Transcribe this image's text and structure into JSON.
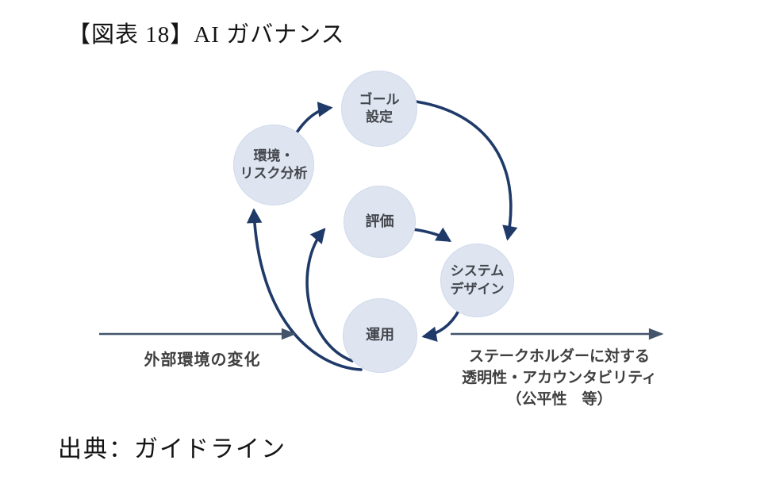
{
  "title": "【図表 18】AI ガバナンス",
  "caption": "出典：ガイドライン",
  "diagram": {
    "nodes": [
      {
        "id": "goal-setting",
        "line1": "ゴール",
        "line2": "設定"
      },
      {
        "id": "env-risk-analysis",
        "line1": "環境・",
        "line2": "リスク分析"
      },
      {
        "id": "evaluation",
        "line1": "評価",
        "line2": ""
      },
      {
        "id": "system-design",
        "line1": "システム",
        "line2": "デザイン"
      },
      {
        "id": "operation",
        "line1": "運用",
        "line2": ""
      }
    ],
    "left_arrow_label": "外部環境の変化",
    "right_arrow_label": {
      "line1": "ステークホルダーに対する",
      "line2": "透明性・アカウンタビリティ",
      "line3": "（公平性　等）"
    },
    "colors": {
      "node_fill": "#dee5f1",
      "cycle_arrow": "#1f3a68",
      "axis_arrow": "#44546a",
      "node_text": "#44474c",
      "label_text": "#3f3f3f"
    }
  }
}
